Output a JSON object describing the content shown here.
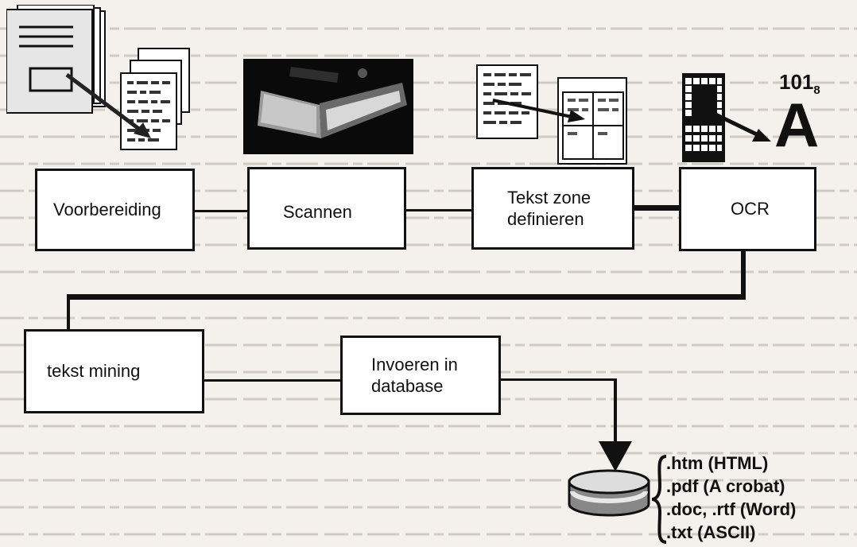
{
  "steps": {
    "voorbereiding": "Voorbereiding",
    "scannen": "Scannen",
    "tekstzone_line1": "Tekst zone",
    "tekstzone_line2": "definieren",
    "ocr": "OCR",
    "tekstmining": "tekst mining",
    "invoeren_line1": "Invoeren in",
    "invoeren_line2": "database"
  },
  "ocr_code": {
    "value": "101",
    "base": "8",
    "letter": "A"
  },
  "output_formats": [
    ".htm (HTML)",
    ".pdf (A crobat)",
    ".doc, .rtf (Word)",
    ".txt (ASCII)"
  ],
  "icons": [
    "document-stack-icon",
    "scanner-icon",
    "zone-definition-icon",
    "ocr-glyph-icon",
    "database-icon"
  ]
}
